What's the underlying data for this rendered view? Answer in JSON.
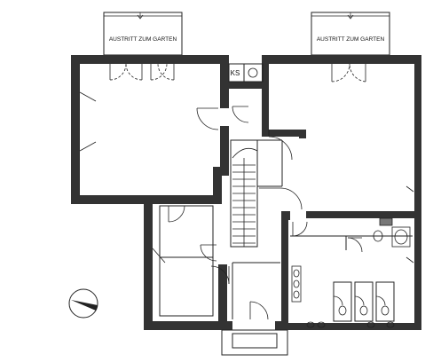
{
  "labels": {
    "terrace_left": "AUSTRITT ZUM GARTEN",
    "terrace_right": "AUSTRITT ZUM GARTEN",
    "closet": "KS"
  },
  "colors": {
    "wall": "#333333",
    "line": "#222222",
    "background": "#ffffff",
    "north_arrow": "#222222"
  }
}
